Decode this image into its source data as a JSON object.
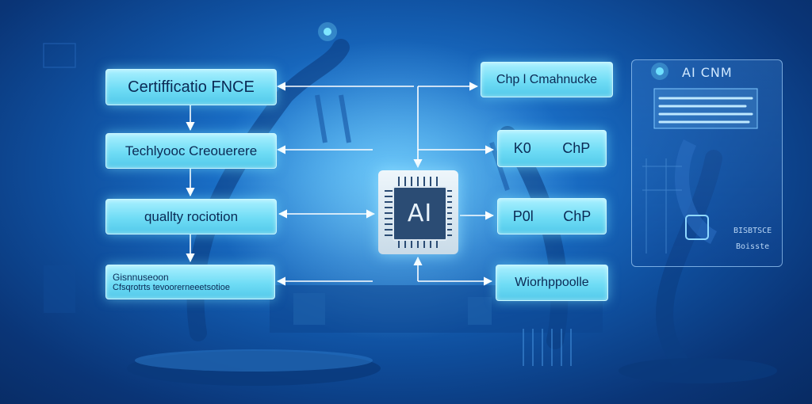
{
  "left_boxes": [
    {
      "lines": [
        "Certifficatio FNCE"
      ]
    },
    {
      "lines": [
        "Techlyooc Creouerere"
      ]
    },
    {
      "lines": [
        "quallty rociotion"
      ]
    },
    {
      "lines": [
        "Gisnnuseoon",
        "Cfsqrotrts tevoorerneeetsotioe"
      ]
    }
  ],
  "right_boxes": [
    {
      "lines": [
        "Chp l Cmahnucke"
      ]
    },
    {
      "lines": [
        "K0",
        "ChP"
      ]
    },
    {
      "lines": [
        "P0l",
        "ChP"
      ]
    },
    {
      "lines": [
        "Wiorhppoolle"
      ]
    }
  ],
  "center_chip": {
    "label": "AI"
  },
  "side_panel": {
    "title": "AI CNM",
    "text_1": "BISBTSCE",
    "text_2": "Boisste"
  },
  "colors": {
    "box_fill": "#6fdcf5",
    "box_text": "#0b2a55",
    "background": "#0f4f9e",
    "connector": "#ffffff"
  }
}
